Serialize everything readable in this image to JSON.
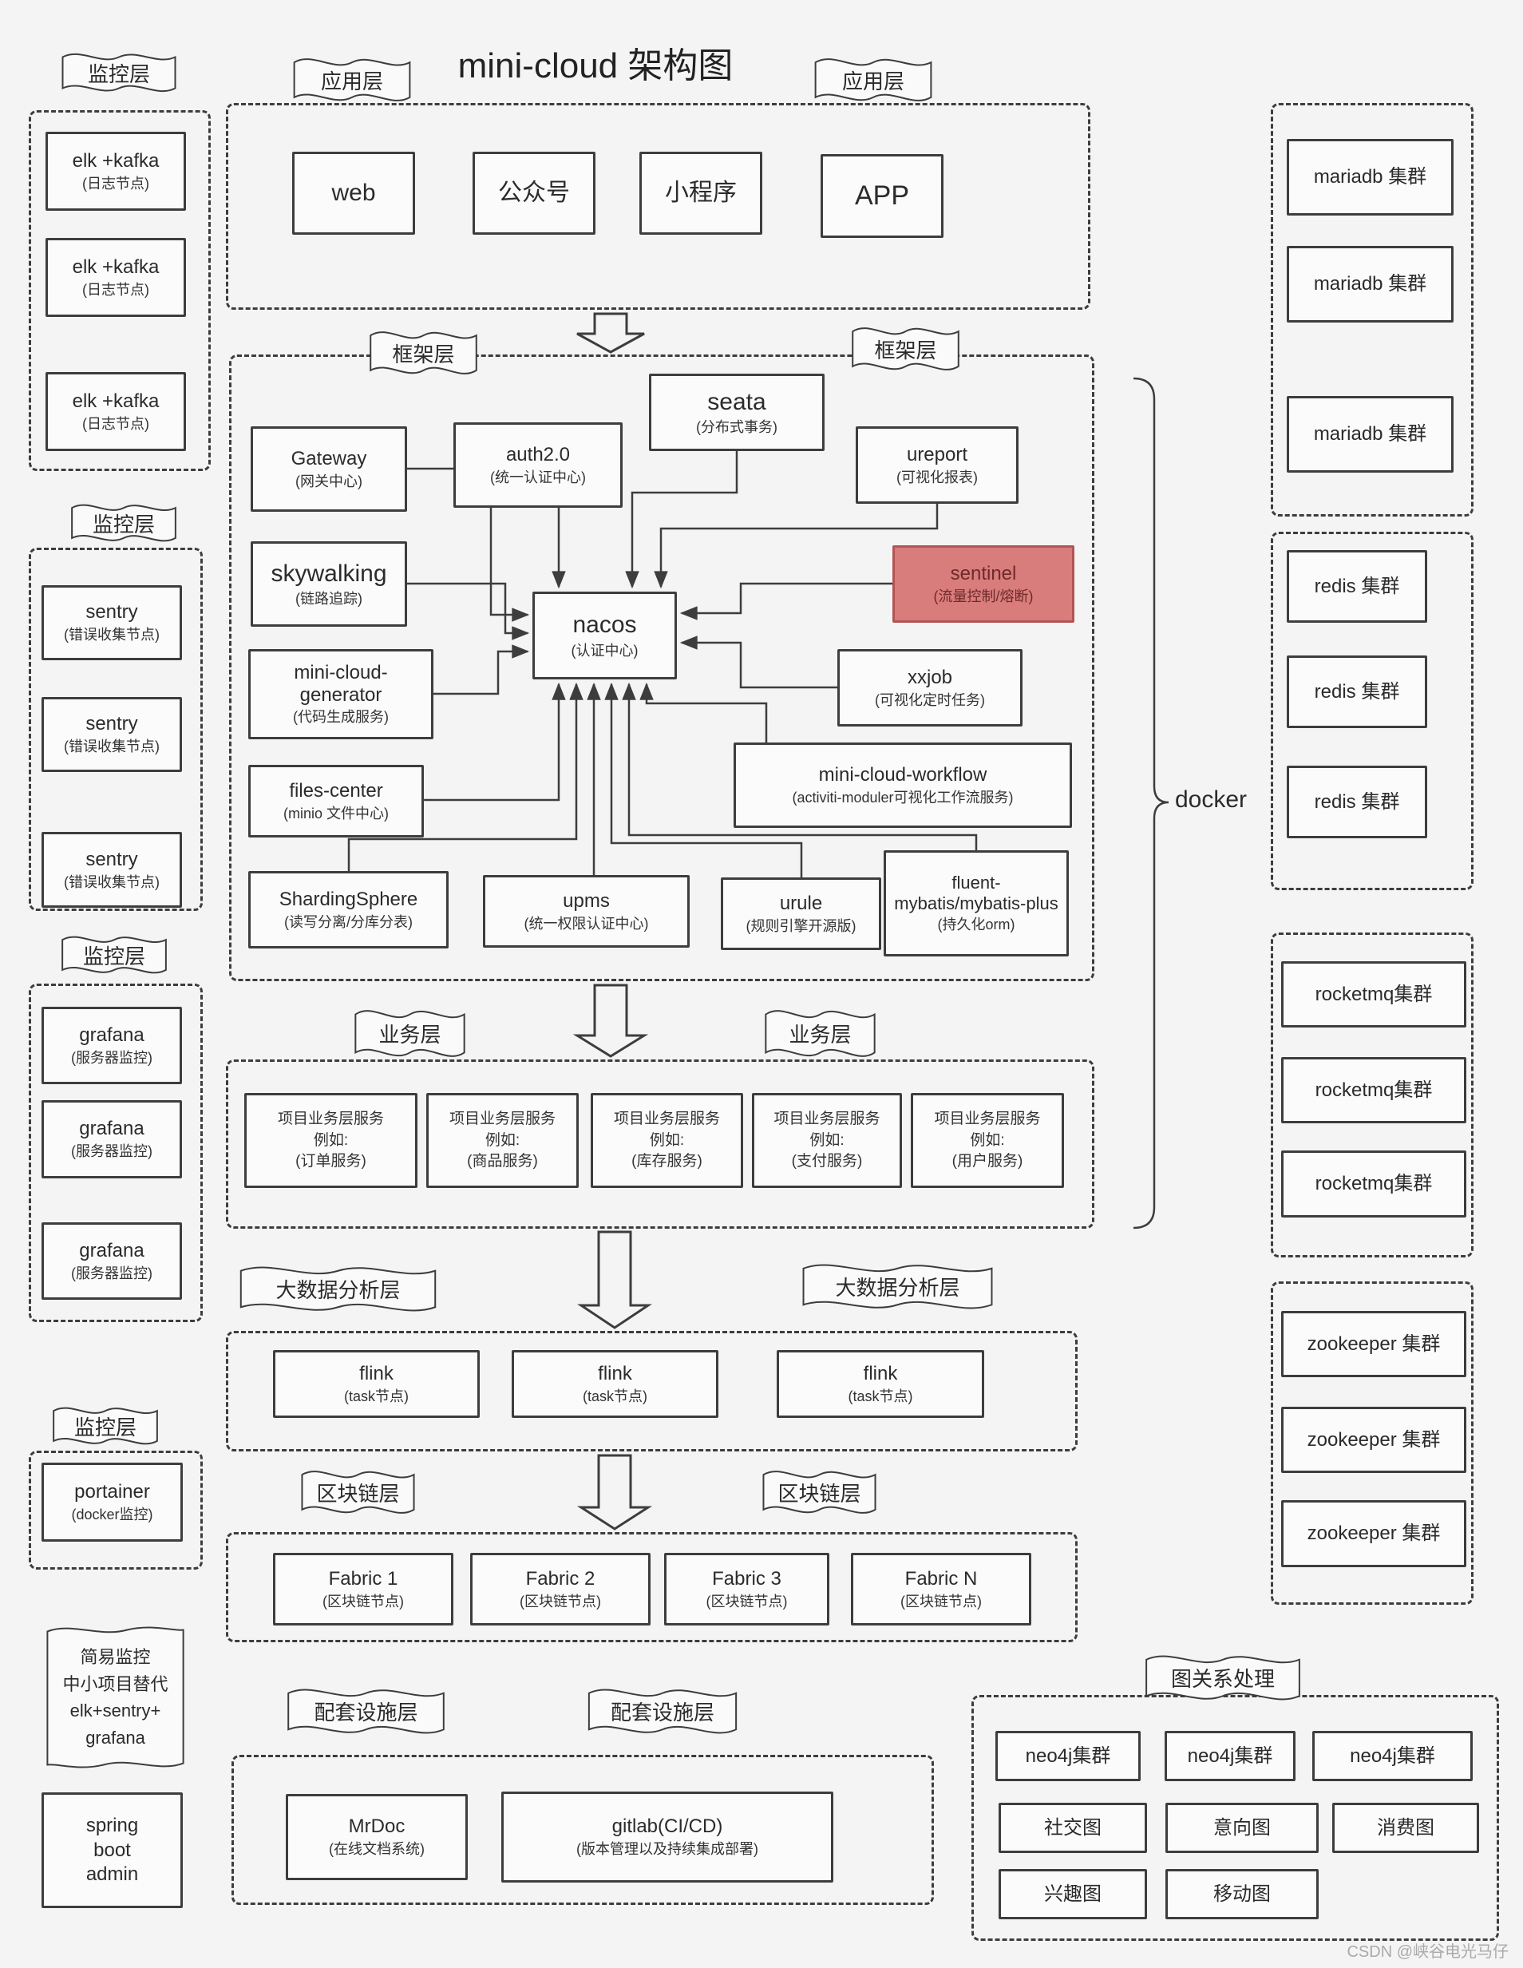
{
  "title": "mini-cloud 架构图",
  "watermark": "CSDN @峡谷电光马仔",
  "docker_label": "docker",
  "colors": {
    "page_bg": "#f4f4f4",
    "line": "#3d3d3d",
    "sentinel_bg": "#d97c7c",
    "sentinel_border": "#b35454",
    "sentinel_text": "#6e2a2a"
  },
  "banners": {
    "monitor1": "监控层",
    "monitor2": "监控层",
    "monitor3": "监控层",
    "monitor4": "监控层",
    "app_left": "应用层",
    "app_right": "应用层",
    "framework_left": "框架层",
    "framework_right": "框架层",
    "business_left": "业务层",
    "business_right": "业务层",
    "bigdata_left": "大数据分析层",
    "bigdata_right": "大数据分析层",
    "blockchain_left": "区块链层",
    "blockchain_right": "区块链层",
    "infra_left": "配套设施层",
    "infra_right": "配套设施层",
    "graph": "图关系处理"
  },
  "monitoring": {
    "elk": [
      {
        "title": "elk +kafka",
        "subtitle": "(日志节点)"
      },
      {
        "title": "elk +kafka",
        "subtitle": "(日志节点)"
      },
      {
        "title": "elk +kafka",
        "subtitle": "(日志节点)"
      }
    ],
    "sentry": [
      {
        "title": "sentry",
        "subtitle": "(错误收集节点)"
      },
      {
        "title": "sentry",
        "subtitle": "(错误收集节点)"
      },
      {
        "title": "sentry",
        "subtitle": "(错误收集节点)"
      }
    ],
    "grafana": [
      {
        "title": "grafana",
        "subtitle": "(服务器监控)"
      },
      {
        "title": "grafana",
        "subtitle": "(服务器监控)"
      },
      {
        "title": "grafana",
        "subtitle": "(服务器监控)"
      }
    ],
    "portainer": {
      "title": "portainer",
      "subtitle": "(docker监控)"
    },
    "note_lines": [
      "简易监控",
      "中小项目替代",
      "elk+sentry+",
      "grafana"
    ],
    "spring_admin_lines": [
      "spring",
      "boot",
      "admin"
    ]
  },
  "app_layer": {
    "web": "web",
    "wechat": "公众号",
    "miniprogram": "小程序",
    "app": "APP"
  },
  "framework": {
    "gateway": {
      "title": "Gateway",
      "subtitle": "(网关中心)"
    },
    "auth": {
      "title": "auth2.0",
      "subtitle": "(统一认证中心)"
    },
    "seata": {
      "title": "seata",
      "subtitle": "(分布式事务)"
    },
    "ureport": {
      "title": "ureport",
      "subtitle": "(可视化报表)"
    },
    "skywalking": {
      "title": "skywalking",
      "subtitle": "(链路追踪)"
    },
    "nacos": {
      "title": "nacos",
      "subtitle": "(认证中心)"
    },
    "sentinel": {
      "title": "sentinel",
      "subtitle": "(流量控制/熔断)"
    },
    "generator": {
      "title": "mini-cloud-generator",
      "subtitle": "(代码生成服务)"
    },
    "xxjob": {
      "title": "xxjob",
      "subtitle": "(可视化定时任务)"
    },
    "files_center": {
      "title": "files-center",
      "subtitle": "(minio 文件中心)"
    },
    "workflow": {
      "title": "mini-cloud-workflow",
      "subtitle": "(activiti-moduler可视化工作流服务)"
    },
    "sharding": {
      "title": "ShardingSphere",
      "subtitle": "(读写分离/分库分表)"
    },
    "upms": {
      "title": "upms",
      "subtitle": "(统一权限认证中心)"
    },
    "urule": {
      "title": "urule",
      "subtitle": "(规则引擎开源版)"
    },
    "fluent": {
      "title": "fluent-mybatis/mybatis-plus",
      "subtitle": "(持久化orm)"
    }
  },
  "business": {
    "items": [
      {
        "l1": "项目业务层服务",
        "l2": "例如:",
        "l3": "(订单服务)"
      },
      {
        "l1": "项目业务层服务",
        "l2": "例如:",
        "l3": "(商品服务)"
      },
      {
        "l1": "项目业务层服务",
        "l2": "例如:",
        "l3": "(库存服务)"
      },
      {
        "l1": "项目业务层服务",
        "l2": "例如:",
        "l3": "(支付服务)"
      },
      {
        "l1": "项目业务层服务",
        "l2": "例如:",
        "l3": "(用户服务)"
      }
    ]
  },
  "bigdata": {
    "items": [
      {
        "title": "flink",
        "subtitle": "(task节点)"
      },
      {
        "title": "flink",
        "subtitle": "(task节点)"
      },
      {
        "title": "flink",
        "subtitle": "(task节点)"
      }
    ]
  },
  "blockchain": {
    "items": [
      {
        "title": "Fabric 1",
        "subtitle": "(区块链节点)"
      },
      {
        "title": "Fabric 2",
        "subtitle": "(区块链节点)"
      },
      {
        "title": "Fabric 3",
        "subtitle": "(区块链节点)"
      },
      {
        "title": "Fabric N",
        "subtitle": "(区块链节点)"
      }
    ]
  },
  "infra": {
    "mrdoc": {
      "title": "MrDoc",
      "subtitle": "(在线文档系统)"
    },
    "gitlab": {
      "title": "gitlab(CI/CD)",
      "subtitle": "(版本管理以及持续集成部署)"
    }
  },
  "clusters": {
    "mariadb": [
      "mariadb 集群",
      "mariadb 集群",
      "mariadb 集群"
    ],
    "redis": [
      "redis 集群",
      "redis 集群",
      "redis 集群"
    ],
    "rocketmq": [
      "rocketmq集群",
      "rocketmq集群",
      "rocketmq集群"
    ],
    "zookeeper": [
      "zookeeper 集群",
      "zookeeper 集群",
      "zookeeper 集群"
    ]
  },
  "graph_section": {
    "neo4j": [
      "neo4j集群",
      "neo4j集群",
      "neo4j集群"
    ],
    "graphs": [
      "社交图",
      "意向图",
      "消费图",
      "兴趣图",
      "移动图"
    ]
  }
}
